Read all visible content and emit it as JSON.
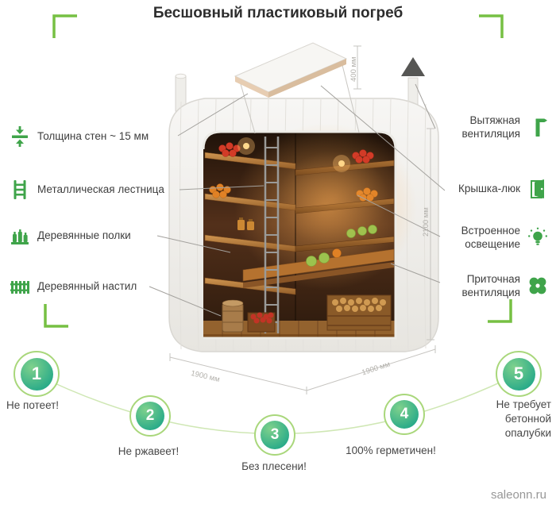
{
  "title": "Бесшовный пластиковый погреб",
  "callouts": {
    "left": [
      {
        "label": "Толщина стен ~ 15 мм",
        "icon": "wall-thickness-icon"
      },
      {
        "label": "Металлическая лестница",
        "icon": "metal-ladder-icon"
      },
      {
        "label": "Деревянные полки",
        "icon": "wooden-shelves-icon"
      },
      {
        "label": "Деревянный настил",
        "icon": "wooden-decking-icon"
      }
    ],
    "right": [
      {
        "label": "Вытяжная вентиляция",
        "icon": "exhaust-ventilation-icon"
      },
      {
        "label": "Крышка-люк",
        "icon": "hatch-lid-icon"
      },
      {
        "label": "Встроенное освещение",
        "icon": "built-in-lighting-icon"
      },
      {
        "label": "Приточная вентиляция",
        "icon": "supply-ventilation-icon"
      }
    ]
  },
  "dimensions": {
    "lid": "400 мм",
    "height": "2100 мм",
    "depth": "1900 мм",
    "width": "1900 мм"
  },
  "features": [
    {
      "number": "1",
      "label": "Не потеет!"
    },
    {
      "number": "2",
      "label": "Не ржавеет!"
    },
    {
      "number": "3",
      "label": "Без плесени!"
    },
    {
      "number": "4",
      "label": "100% герметичен!"
    },
    {
      "number": "5",
      "label": "Не требует бетонной опалубки"
    }
  ],
  "watermark": "saleonn.ru",
  "colors": {
    "accent_green": "#76c043",
    "icon_green": "#3fa44a",
    "badge_ring": "#a9d77b",
    "badge_gradient_start": "#7fd18c",
    "badge_gradient_end": "#0f9f88",
    "dimension_gray": "#b2b0ab"
  }
}
